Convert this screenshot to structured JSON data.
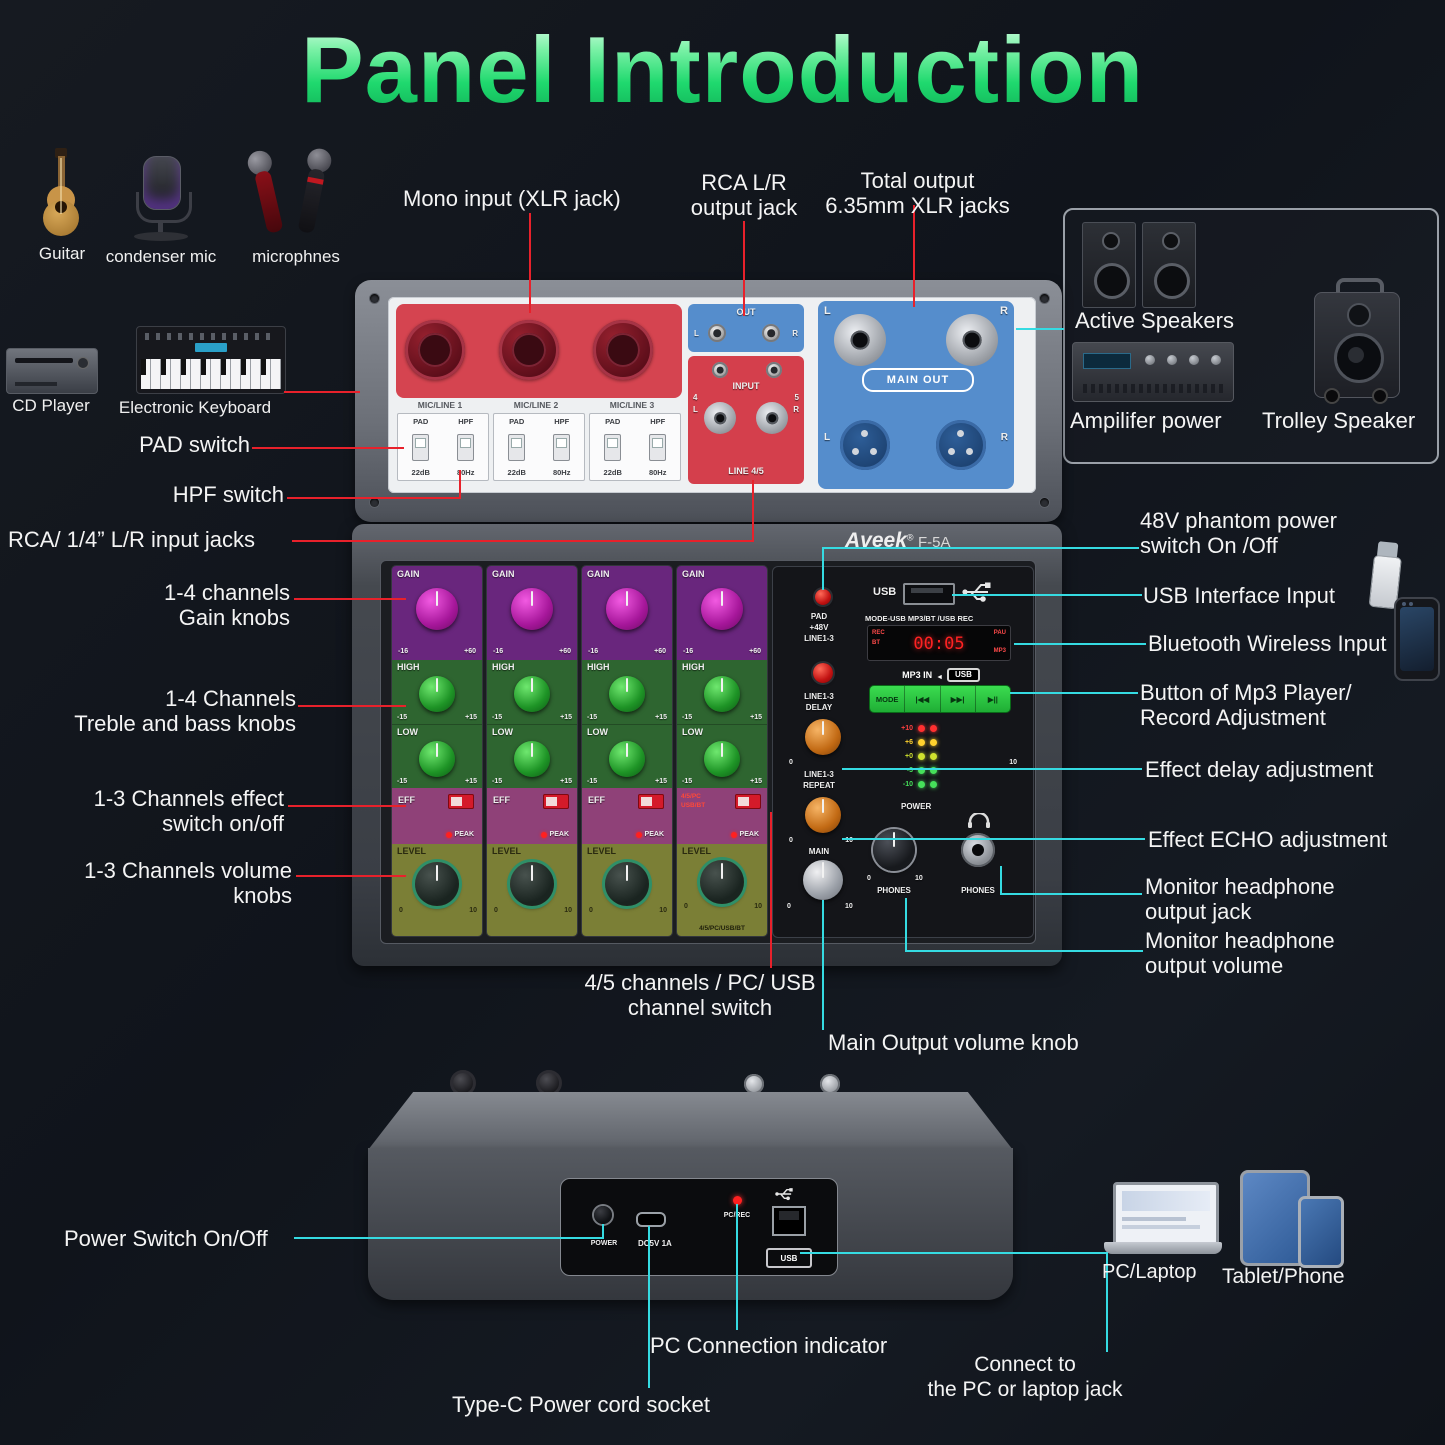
{
  "colors": {
    "accent_red": "#e8212b",
    "accent_cyan": "#35dbe2",
    "title_green": "#1fd96e"
  },
  "title": "Panel Introduction",
  "devices": {
    "guitar": "Guitar",
    "condenser_mic": "condenser mic",
    "microphones": "microphnes",
    "cd_player": "CD Player",
    "keyboard": "Electronic Keyboard",
    "pc_laptop": "PC/Laptop",
    "tablet_phone": "Tablet/Phone"
  },
  "speaker_box": {
    "active_speakers": "Active Speakers",
    "amplifier_power": "Ampilifer power",
    "trolley_speaker": "Trolley Speaker"
  },
  "callouts": {
    "mono_input": "Mono input (XLR jack)",
    "rca_out_1": "RCA L/R",
    "rca_out_2": "output jack",
    "total_out_1": "Total output",
    "total_out_2": "6.35mm XLR jacks",
    "pad_switch": "PAD switch",
    "hpf_switch": "HPF switch",
    "rca_input": "RCA/ 1/4” L/R input jacks",
    "gain_1": "1-4 channels",
    "gain_2": "Gain knobs",
    "eq_1": "1-4 Channels",
    "eq_2": "Treble and bass knobs",
    "eff_1": "1-3 Channels effect",
    "eff_2": "switch on/off",
    "vol_1": "1-3 Channels volume",
    "vol_2": "knobs",
    "phantom_1": "48V phantom power",
    "phantom_2": "switch On /Off",
    "usb_input": "USB Interface Input",
    "bt_input": "Bluetooth Wireless Input",
    "mp3_1": "Button of  Mp3 Player/",
    "mp3_2": "Record Adjustment",
    "delay": "Effect delay adjustment",
    "echo": "Effect ECHO adjustment",
    "hp_jack_1": "Monitor headphone",
    "hp_jack_2": "output jack",
    "hp_vol_1": "Monitor headphone",
    "hp_vol_2": "output volume",
    "ch45_1": "4/5 channels / PC/ USB",
    "ch45_2": "channel switch",
    "main_knob": "Main Output volume knob",
    "power_switch": "Power Switch On/Off",
    "pc_indicator": "PC Connection indicator",
    "typec": "Type-C Power cord socket",
    "connect_1": "Connect to",
    "connect_2": "the PC or laptop jack"
  },
  "mixer": {
    "brand": "Aveek",
    "reg": "®",
    "model": "F-5A",
    "mic_line_labels": [
      "MIC/LINE 1",
      "MIC/LINE 2",
      "MIC/LINE 3"
    ],
    "pad": "PAD",
    "hpf": "HPF",
    "pad_db": "22dB",
    "hpf_hz": "80Hz",
    "out": "OUT",
    "input": "INPUT",
    "line45": "LINE 4/5",
    "main_out": "MAIN  OUT",
    "l": "L",
    "r": "R",
    "n4": "4",
    "n5": "5",
    "gain": "GAIN",
    "high": "HIGH",
    "low": "LOW",
    "eff": "EFF",
    "peak": "PEAK",
    "level": "LEVEL",
    "gain_min": "-16",
    "gain_max": "+60",
    "eq_min": "-15",
    "eq_max": "+15",
    "v0": "0",
    "v10": "10",
    "ch4_sw_1": "4/5/PC",
    "ch4_sw_2": "USB/BT",
    "ch4_note": "4/5/PC/USB/BT",
    "pad48_1": "PAD",
    "pad48_2": "+48V",
    "pad48_3": "LINE1-3",
    "usb": "USB",
    "mode_line": "MODE-USB MP3/BT /USB REC",
    "disp_rec": "REC",
    "disp_bt": "BT",
    "disp_pau": "PAU",
    "disp_mp3": "MP3",
    "disp_time": "00:05",
    "mp3_in": "MP3 IN",
    "usb_logo": "USB",
    "btn_mode": "MODE",
    "btn_prev": "|◀◀",
    "btn_next": "▶▶|",
    "btn_play": "▶||",
    "delay_1": "LINE1-3",
    "delay_2": "DELAY",
    "repeat_1": "LINE1-3",
    "repeat_2": "REPEAT",
    "main": "MAIN",
    "meters": [
      "+10",
      "+6",
      "+0",
      "-3",
      "-10"
    ],
    "power": "POWER",
    "phones": "PHONES"
  },
  "back_panel": {
    "power": "POWER",
    "dc": "DC5V 1A",
    "pc_rec": "PC/REC",
    "usb_logo": "USB"
  }
}
